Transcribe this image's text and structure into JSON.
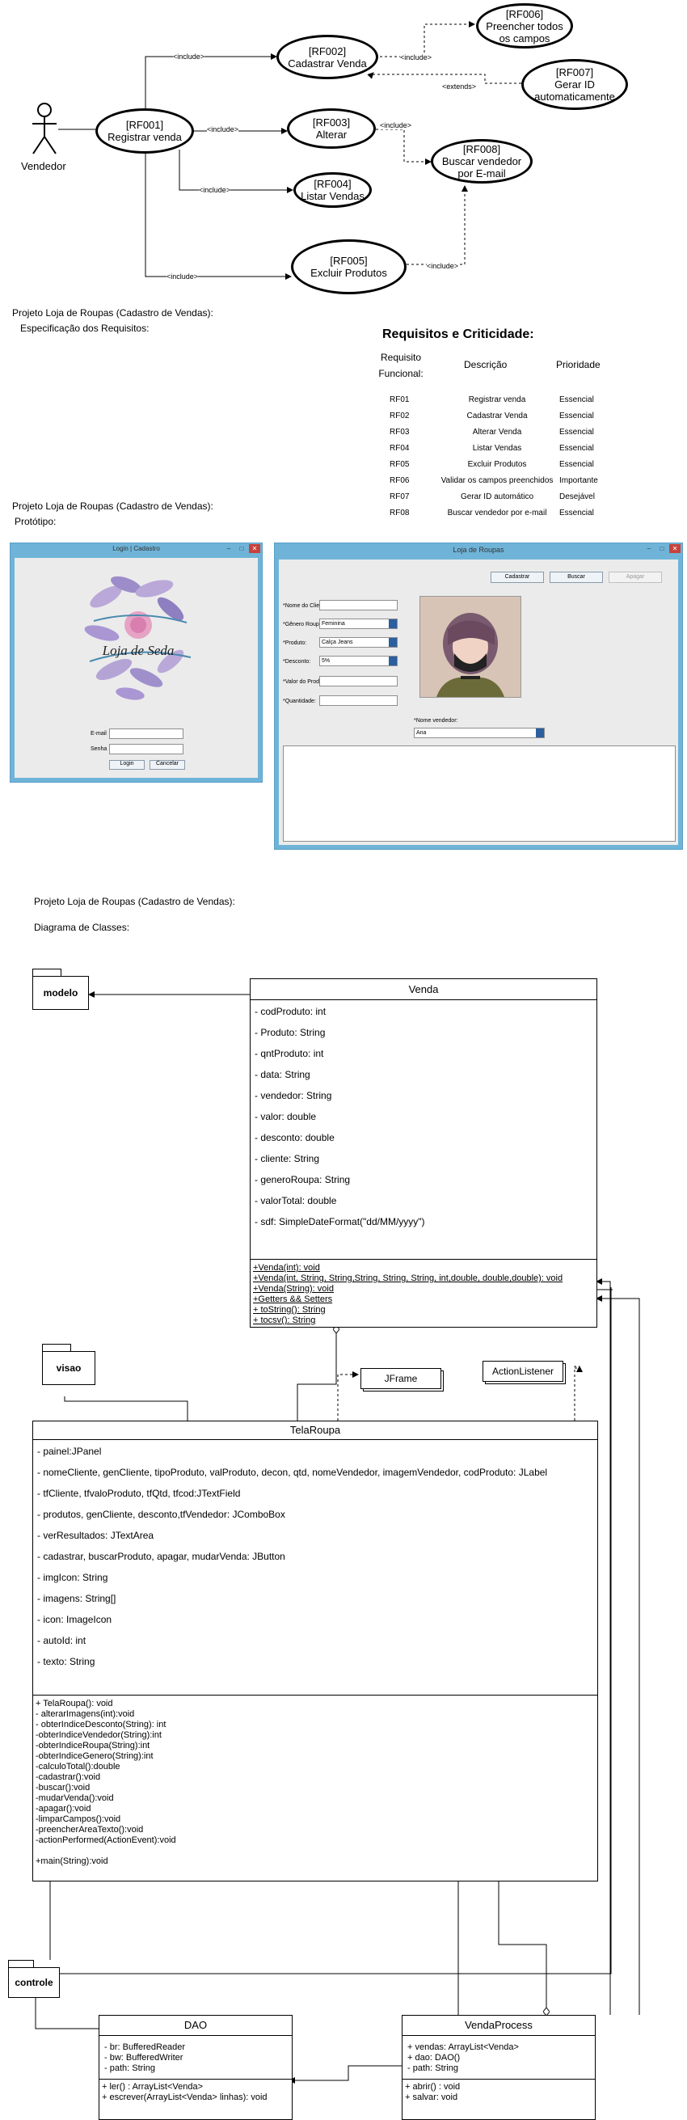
{
  "use_case": {
    "actor": "Vendedor",
    "cases": {
      "rf001": "[RF001]\nRegistrar venda",
      "rf002": "[RF002]\nCadastrar Venda",
      "rf003": "[RF003]\nAlterar",
      "rf004": "[RF004]\nListar Vendas",
      "rf005": "[RF005]\nExcluir Produtos",
      "rf006": "[RF006]\nPreencher todos\nos campos",
      "rf007": "[RF007]\nGerar ID\nautomaticamente",
      "rf008": "[RF008]\nBuscar vendedor\npor E-mail"
    },
    "rel_include": "<include>",
    "rel_extends": "<extends>"
  },
  "section1": {
    "project": "Projeto Loja de Roupas (Cadastro de Vendas):",
    "subtitle": "Especificação dos Requisitos:"
  },
  "requirements": {
    "title": "Requisitos e Criticidade:",
    "headers": [
      "Requisito Funcional:",
      "Descrição",
      "Prioridade"
    ],
    "rows": [
      [
        "RF01",
        "Registrar venda",
        "Essencial"
      ],
      [
        "RF02",
        "Cadastrar Venda",
        "Essencial"
      ],
      [
        "RF03",
        "Alterar Venda",
        "Essencial"
      ],
      [
        "RF04",
        "Listar Vendas",
        "Essencial"
      ],
      [
        "RF05",
        "Excluir Produtos",
        "Essencial"
      ],
      [
        "RF06",
        "Validar os campos preenchidos",
        "Importante"
      ],
      [
        "RF07",
        "Gerar ID automático",
        "Desejável"
      ],
      [
        "RF08",
        "Buscar vendedor por e-mail",
        "Essencial"
      ]
    ]
  },
  "section2": {
    "project": "Projeto Loja de Roupas (Cadastro de Vendas):",
    "subtitle": "Protótipo:"
  },
  "login_window": {
    "title": "Login | Cadastro",
    "logo_text": "Loja de Seda",
    "email_label": "E-mail",
    "senha_label": "Senha",
    "login_button": "Login",
    "cancel_button": "Cancelar"
  },
  "store_window": {
    "title": "Loja de Roupas",
    "buttons": [
      "Cadastrar",
      "Buscar",
      "Apagar"
    ],
    "fields": {
      "nome_cliente": "*Nome do Cliente:",
      "genero": "*Gênero Roupa:",
      "produto": "*Produto:",
      "desconto": "*Desconto:",
      "valor": "*Valor do Produto:",
      "quantidade": "*Quantidade:",
      "nome_vendedor": "*Nome vendedor:"
    },
    "values": {
      "genero": "Feminina",
      "produto": "Calça Jeans",
      "desconto": "5%",
      "vendedor": "Ana"
    }
  },
  "section3": {
    "project": "Projeto Loja de Roupas (Cadastro de Vendas):",
    "subtitle": "Diagrama de Classes:"
  },
  "uml": {
    "packages": {
      "modelo": "modelo",
      "visao": "visao",
      "controle": "controle"
    },
    "interfaces": {
      "jframe": "JFrame",
      "actionlistener": "ActionListener"
    },
    "venda": {
      "name": "Venda",
      "attributes": [
        "- codProduto: int",
        "- Produto: String",
        "- qntProduto: int",
        "- data: String",
        "- vendedor: String",
        "- valor: double",
        "- desconto: double",
        "- cliente: String",
        "- generoRoupa: String",
        "- valorTotal: double",
        "- sdf: SimpleDateFormat(\"dd/MM/yyyy\")"
      ],
      "methods": [
        "+Venda(int): void",
        "+Venda(int, String, String,String, String, String, int,double, double,double): void",
        "+Venda(String): void",
        "+Getters && Setters",
        "+ toString(): String",
        "+ tocsv(): String"
      ]
    },
    "telaroupa": {
      "name": "TelaRoupa",
      "attributes": [
        "- painel:JPanel",
        "- nomeCliente, genCliente, tipoProduto, valProduto, decon, qtd, nomeVendedor, imagemVendedor, codProduto: JLabel",
        "- tfCliente, tfvaloProduto, tfQtd, tfcod:JTextField",
        "- produtos, genCliente, desconto,tfVendedor: JComboBox",
        "- verResultados: JTextArea",
        "- cadastrar, buscarProduto, apagar, mudarVenda: JButton",
        "- imgIcon: String",
        "- imagens: String[]",
        "- icon: ImageIcon",
        "- autoId: int",
        "- texto: String"
      ],
      "methods": [
        "+ TelaRoupa(): void",
        "- alterarImagens(int):void",
        "- obterIndiceDesconto(String): int",
        "-obterIndiceVendedor(String):int",
        "-obterIndiceRoupa(String):int",
        "-obterIndiceGenero(String):int",
        "-calculoTotal():double",
        "-cadastrar():void",
        "-buscar():void",
        "-mudarVenda():void",
        "-apagar():void",
        "-limparCampos():void",
        "-preencherAreaTexto():void",
        "-actionPerformed(ActionEvent):void",
        "",
        "+main(String):void"
      ]
    },
    "dao": {
      "name": "DAO",
      "attributes": [
        "- br: BufferedReader",
        "- bw: BufferedWriter",
        "- path: String"
      ],
      "methods": [
        "+ ler() : ArrayList<Venda>",
        "+ escrever(ArrayList<Venda> linhas): void"
      ]
    },
    "vendaprocess": {
      "name": "VendaProcess",
      "attributes": [
        "+ vendas: ArrayList<Venda>",
        "+ dao: DAO()",
        "- path: String"
      ],
      "methods": [
        "+ abrir() : void",
        "+ salvar: void"
      ]
    }
  }
}
